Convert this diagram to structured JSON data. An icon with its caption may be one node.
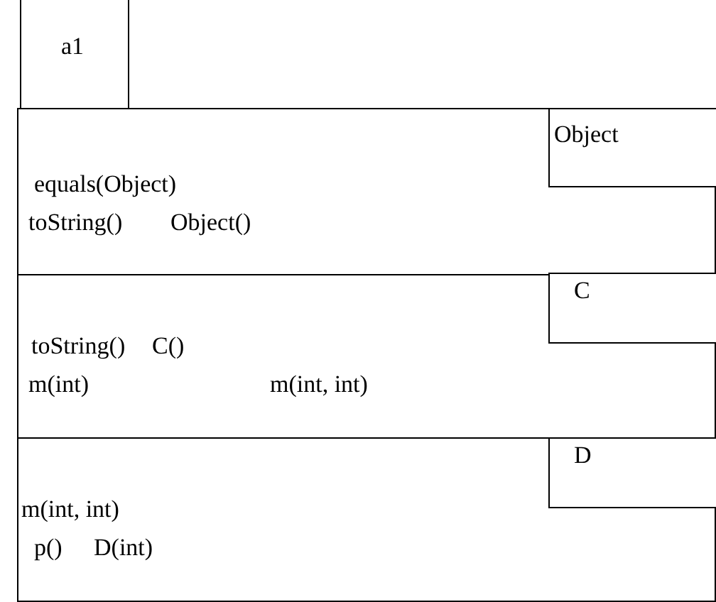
{
  "diagram": {
    "nodes": [
      {
        "text": [
          "a1"
        ]
      },
      {
        "text": [
          "equals(Object)",
          "toString()",
          "Object()"
        ]
      },
      {
        "text": [
          "Object"
        ],
        "in": 1
      },
      {
        "text": [
          "toString()",
          "C()",
          "m(int)",
          "m(int, int)"
        ]
      },
      {
        "text": [
          "C"
        ],
        "in": 3
      },
      {
        "text": [
          "m(int, int)",
          "p()",
          "D(int)"
        ]
      },
      {
        "text": [
          "D"
        ],
        "in": 5
      }
    ]
  }
}
